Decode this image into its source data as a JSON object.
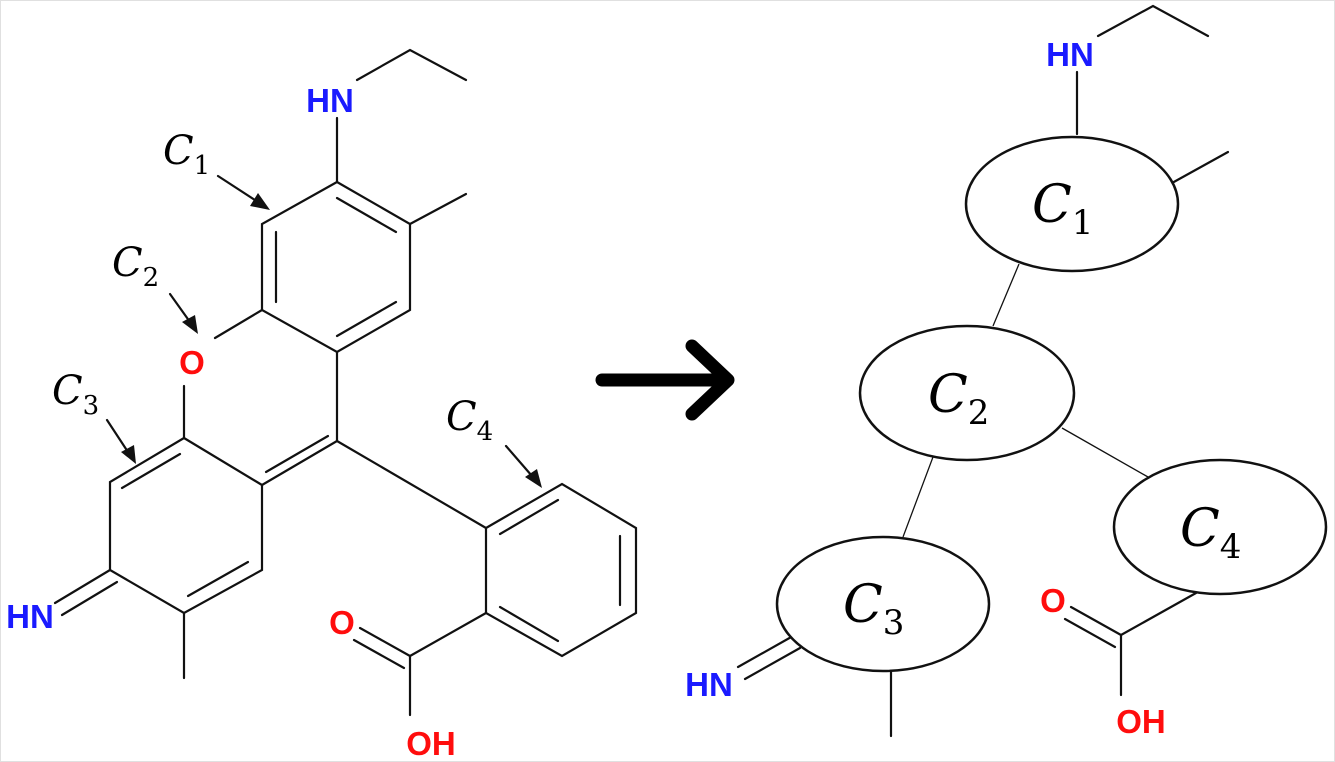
{
  "colors": {
    "nitrogen": "#1a1aff",
    "oxygen": "#ff0d0d",
    "bond": "#111111"
  },
  "left": {
    "atoms": {
      "hn_top": "HN",
      "o_ring": "O",
      "hn_imine": "HN",
      "o_acid": "O",
      "oh_acid": "OH"
    },
    "callouts": [
      {
        "letter": "C",
        "sub": "1"
      },
      {
        "letter": "C",
        "sub": "2"
      },
      {
        "letter": "C",
        "sub": "3"
      },
      {
        "letter": "C",
        "sub": "4"
      }
    ]
  },
  "arrow": {
    "icon": "right-arrow-icon"
  },
  "right": {
    "atoms": {
      "hn_top": "HN",
      "hn_imine": "HN",
      "o_acid": "O",
      "oh_acid": "OH"
    },
    "nodes": [
      {
        "letter": "C",
        "sub": "1"
      },
      {
        "letter": "C",
        "sub": "2"
      },
      {
        "letter": "C",
        "sub": "3"
      },
      {
        "letter": "C",
        "sub": "4"
      }
    ]
  }
}
